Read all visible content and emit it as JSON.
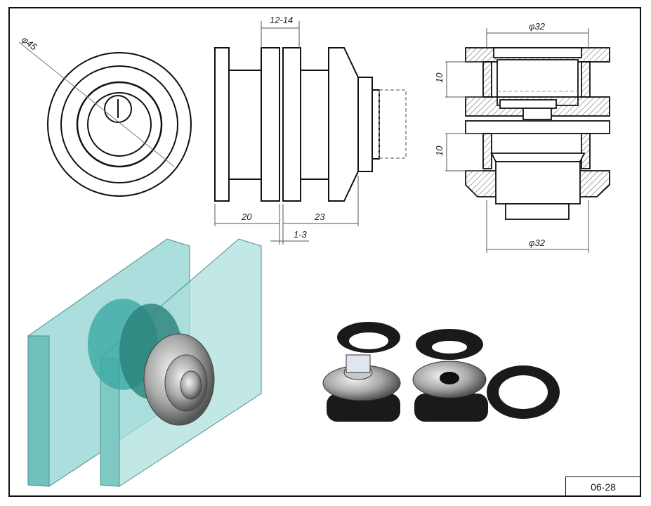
{
  "drawing": {
    "code": "06-28",
    "front_view": {
      "diameter_label": "φ45"
    },
    "side_view": {
      "glass_gap_label": "12-14",
      "left_length_label": "20",
      "right_length_label": "23",
      "spacing_label": "1-3"
    },
    "section_view": {
      "top_diameter_label": "φ32",
      "upper_height_label": "10",
      "lower_height_label": "10",
      "bottom_diameter_label": "φ32"
    }
  },
  "colors": {
    "line": "#111111",
    "glass": "#8fd3d0",
    "steel": "#9a9a9a",
    "rubber": "#1a1a1a"
  }
}
